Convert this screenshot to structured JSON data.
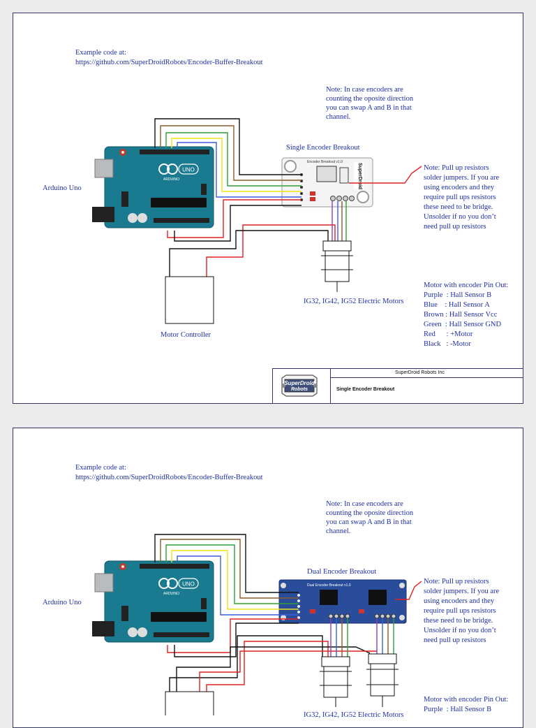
{
  "colors": {
    "accent": "#1f2fa6",
    "board_teal": "#1a7a8f",
    "board_blue": "#2a4d9b",
    "wire_red": "#e02020",
    "wire_yellow": "#f2e218",
    "wire_brown": "#8b5a2b",
    "wire_green": "#2e9e3a",
    "wire_purple": "#8a3fbf",
    "wire_blue": "#3a5fd9"
  },
  "sheet1": {
    "example_label": "Example code at:",
    "example_url": "https://github.com/SuperDroidRobots/Encoder-Buffer-Breakout",
    "note_swap": [
      "Note: In case encoders are",
      "counting the oposite direction",
      "you can swap A and B in that",
      "channel."
    ],
    "arduino_label": "Arduino Uno",
    "breakout_label": "Single Encoder Breakout",
    "note_pullup": [
      "Note: Pull up resistors",
      "solder jumpers. If you are",
      "using encoders and they",
      "require pull ups resistors",
      "these need to be bridge.",
      "Unsolder if no you don’t",
      "need pull up resistors"
    ],
    "motor_label": "IG32, IG42, IG52 Electric Motors",
    "controller_label": "Motor Controller",
    "pinout_title": "Motor with encoder Pin Out:",
    "pinout": [
      "Purple  : Hall Sensor B",
      "Blue    : Hall Sensor A",
      "Brown : Hall Sensor Vcc",
      "Green  : Hall Sensor GND",
      "Red      : +Motor",
      "Black   : -Motor"
    ],
    "title_block": {
      "company": "SuperDroid Robots Inc",
      "title": "Single Encoder Breakout",
      "logo_text": [
        "SuperDroid",
        "Robots"
      ]
    },
    "board_text": {
      "uno": "UNO",
      "brand": "ARDUINO",
      "breakout_title": "Encoder Breakout v1.0"
    }
  },
  "sheet2": {
    "example_label": "Example code at:",
    "example_url": "https://github.com/SuperDroidRobots/Encoder-Buffer-Breakout",
    "note_swap": [
      "Note: In case encoders are",
      "counting the oposite direction",
      "you can swap A and B in that",
      "channel."
    ],
    "arduino_label": "Arduino Uno",
    "breakout_label": "Dual Encoder Breakout",
    "note_pullup": [
      "Note: Pull up resistors",
      "solder jumpers. If you are",
      "using encoders and they",
      "require pull ups resistors",
      "these need to be bridge.",
      "Unsolder if no you don’t",
      "need pull up resistors"
    ],
    "motor_label": "IG32, IG42, IG52 Electric Motors",
    "pinout_title": "Motor with encoder Pin Out:",
    "pinout": [
      "Purple  : Hall Sensor B"
    ],
    "board_text": {
      "uno": "UNO",
      "brand": "ARDUINO",
      "breakout_title": "Dual Encoder Breakout v1.0"
    }
  }
}
